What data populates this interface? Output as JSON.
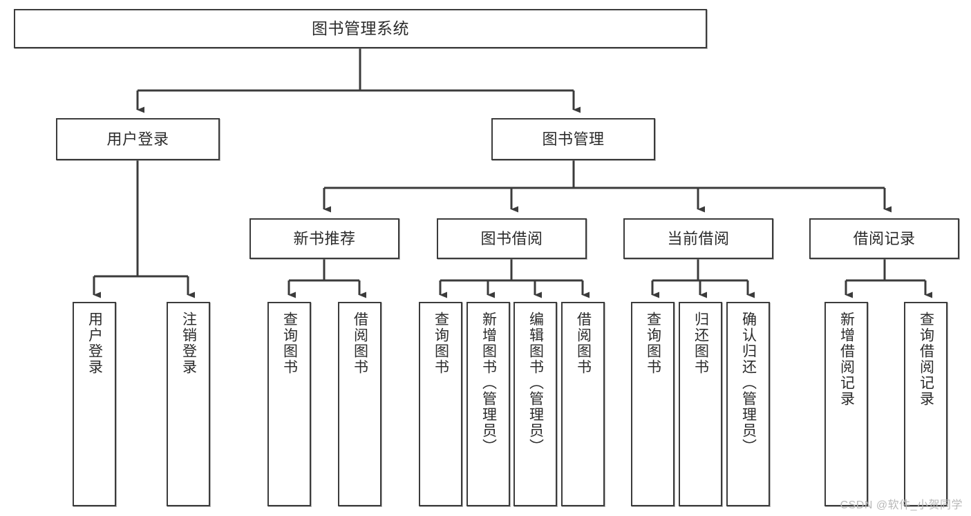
{
  "diagram": {
    "kind": "tree-hierarchy-chart",
    "title": "图书管理系统",
    "edge_color": "#3b3b3b",
    "node_border_color": "#3b3b3b",
    "node_fill_color": "#ffffff",
    "text_color": "#2b2b2b",
    "background_color": "#ffffff"
  },
  "watermark": {
    "text": "CSDN @软件_小贺同学",
    "color": "#b9b9b9"
  },
  "nodes": {
    "root": {
      "label": "图书管理系统"
    },
    "level1": [
      {
        "label": "用户登录"
      },
      {
        "label": "图书管理"
      }
    ],
    "level2": [
      {
        "label": "新书推荐"
      },
      {
        "label": "图书借阅"
      },
      {
        "label": "当前借阅"
      },
      {
        "label": "借阅记录"
      }
    ],
    "leaves": {
      "user_login": [
        {
          "label": "用户登录"
        },
        {
          "label": "注销登录"
        }
      ],
      "new_book_recommend": [
        {
          "label": "查询图书"
        },
        {
          "label": "借阅图书"
        }
      ],
      "book_borrow": [
        {
          "label": "查询图书"
        },
        {
          "label": "新增图书（管理员）"
        },
        {
          "label": "编辑图书（管理员）"
        },
        {
          "label": "借阅图书"
        }
      ],
      "current_borrow": [
        {
          "label": "查询图书"
        },
        {
          "label": "归还图书"
        },
        {
          "label": "确认归还（管理员）"
        }
      ],
      "borrow_record": [
        {
          "label": "新增借阅记录"
        },
        {
          "label": "查询借阅记录"
        }
      ]
    }
  }
}
